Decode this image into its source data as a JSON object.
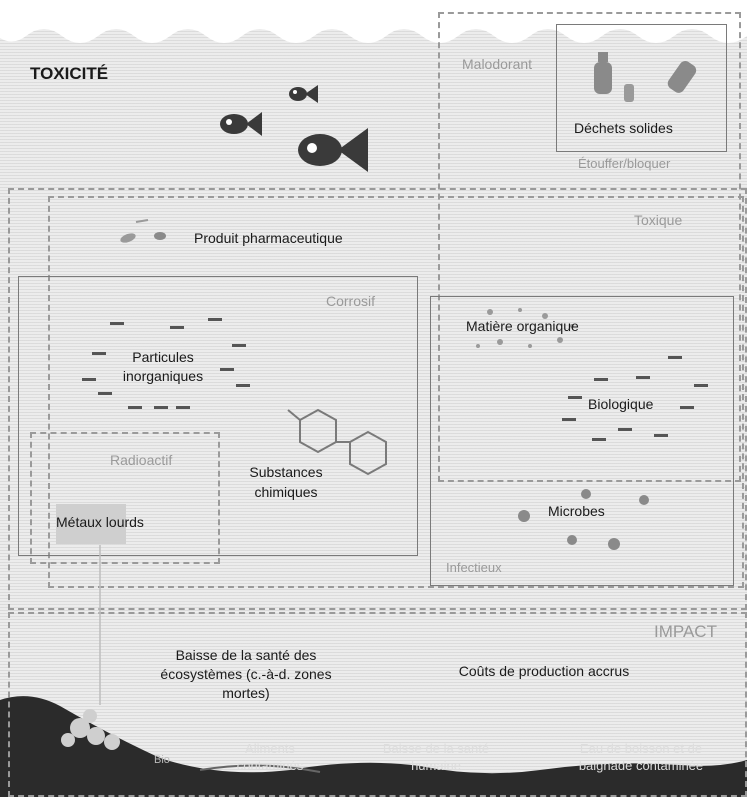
{
  "toxicity": {
    "title": "TOXICITÉ"
  },
  "categories": {
    "malodorant": "Malodorant",
    "dechets": "Déchets solides",
    "etouffer": "Étouffer/bloquer",
    "toxique": "Toxique",
    "pharma": "Produit pharmaceutique",
    "corrosif": "Corrosif",
    "particules": "Particules inorganiques",
    "substances": "Substances chimiques",
    "radioactif": "Radioactif",
    "metaux": "Métaux lourds",
    "matiere": "Matière organique",
    "biologique": "Biologique",
    "microbes": "Microbes",
    "infectieux": "Infectieux"
  },
  "impact": {
    "title": "IMPACT",
    "ecosystemes": "Baisse de la santé des écosystèmes (c.-à-d. zones mortes)",
    "couts": "Coûts de production accrus",
    "bio": "Bio",
    "aliments": "Aliments contaminés",
    "sante_humaine": "Baisse de la santé humaine",
    "eau": "Eau de boisson et de baignade contaminée"
  },
  "colors": {
    "water": "#ececec",
    "border": "#9a9a9a",
    "ground": "#2b2b2b",
    "fish": "#3a3a3a"
  },
  "icons": [
    "fish-icon",
    "bottle-icon",
    "can-icon",
    "pill-icon",
    "molecule-icon",
    "microbe-icon",
    "coral-icon"
  ]
}
